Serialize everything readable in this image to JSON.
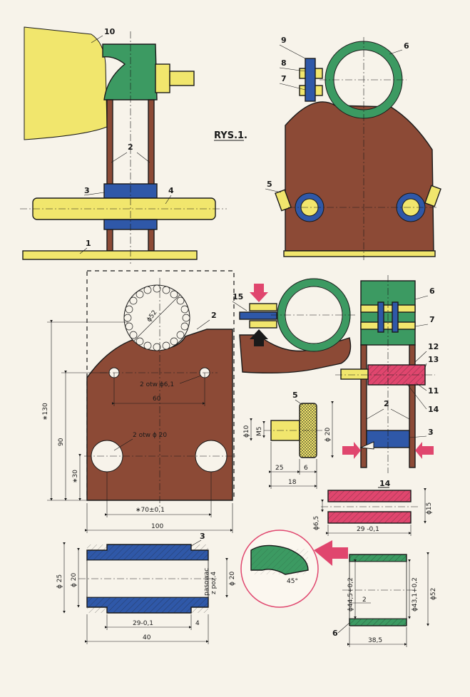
{
  "figure_title": "RYS.1.",
  "part_numbers": {
    "p1": "1",
    "p2": "2",
    "p3": "3",
    "p4": "4",
    "p5": "5",
    "p6": "6",
    "p7": "7",
    "p8": "8",
    "p9": "9",
    "p10": "10",
    "p11": "11",
    "p12": "12",
    "p13": "13",
    "p14": "14",
    "p15": "15"
  },
  "plate_dims": {
    "d_circle": "ϕ52",
    "holes_small": "2 otw ϕ6,1",
    "holes_large": "2 otw ϕ 20",
    "w60": "60",
    "w70": "∗70±0,1",
    "w100": "100",
    "h130": "∗130",
    "h90": "90",
    "h30": "∗30"
  },
  "knob_dims": {
    "d10": "ϕ10",
    "m5": "M5",
    "d20": "ϕ 20",
    "l25": "25",
    "l6": "6",
    "l18": "18"
  },
  "tube14_dims": {
    "d15": "ϕ15",
    "d65": "ϕ6,5",
    "len": "29 -0,1"
  },
  "sleeve3_dims": {
    "d25": "ϕ 25",
    "d20l": "ϕ 20",
    "d20r": "ϕ 20",
    "note1": "pasowac",
    "note2": "z poz.4",
    "len29": "29-0,1",
    "l4": "4",
    "l40": "40"
  },
  "ring6_dims": {
    "d445": "ϕ44,5+0,2",
    "d431": "ϕ43,1+0,2",
    "d52": "ϕ52",
    "w2": "2",
    "w385": "38,5",
    "angle": "45°"
  },
  "colors": {
    "yellow": "#f1e66d",
    "green": "#3c9a62",
    "brown": "#8c4a36",
    "blue": "#2f58a8",
    "pink": "#e0466e",
    "paper": "#f7f3ea",
    "ink": "#1a1a1a"
  }
}
